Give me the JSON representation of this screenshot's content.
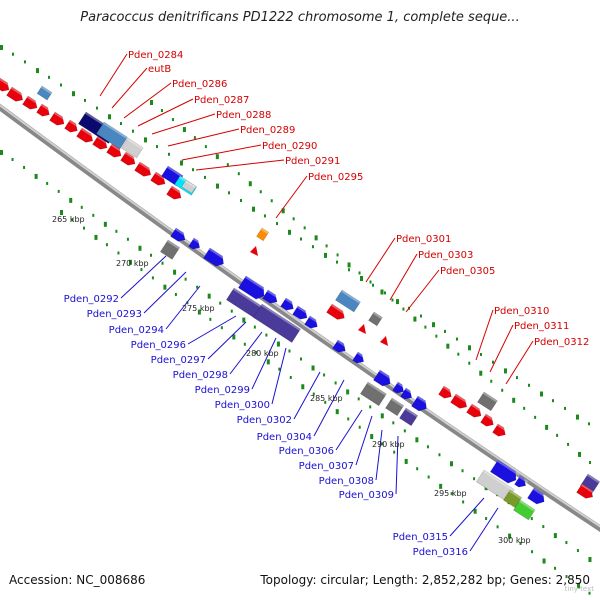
{
  "title": "Paracoccus denitrificans PD1222 chromosome 1, complete seque...",
  "accession": "Accession: NC_008686",
  "topology": "Topology: circular; Length: 2,852,282 bp; Genes: 2,850",
  "watermark": "tiny text",
  "colors": {
    "forward_cds": "#e8000b",
    "reverse_cds": "#1a10e0",
    "rrna_tRNA": "#ff8c00",
    "other_blue": "#4a86c0",
    "dark_navy": "#0a0a6e",
    "purple": "#4a3a9a",
    "gray": "#707070",
    "light_gray": "#cfcfcf",
    "cyan": "#00e5ff",
    "green": "#44cc33",
    "olive": "#7a9a2a",
    "dots": "#1a8a1a",
    "backbone": "#a0a0a0"
  },
  "tick_labels": [
    "265 kbp",
    "270 kbp",
    "275 kbp",
    "280 kbp",
    "285 kbp",
    "290 kbp",
    "295 kbp",
    "300 kbp"
  ],
  "top_labels": [
    "Pden_0284",
    "eutB",
    "Pden_0286",
    "Pden_0287",
    "Pden_0288",
    "Pden_0289",
    "Pden_0290",
    "Pden_0291",
    "Pden_0295"
  ],
  "mid_labels": [
    "Pden_0301",
    "Pden_0303",
    "Pden_0305"
  ],
  "right_labels": [
    "Pden_0310",
    "Pden_0311",
    "Pden_0312"
  ],
  "bottom_labels": [
    "Pden_0292",
    "Pden_0293",
    "Pden_0294",
    "Pden_0296",
    "Pden_0297",
    "Pden_0298",
    "Pden_0299",
    "Pden_0300",
    "Pden_0302",
    "Pden_0304",
    "Pden_0306",
    "Pden_0307",
    "Pden_0308",
    "Pden_0309"
  ],
  "bottom_right_labels": [
    "Pden_0315",
    "Pden_0316"
  ]
}
